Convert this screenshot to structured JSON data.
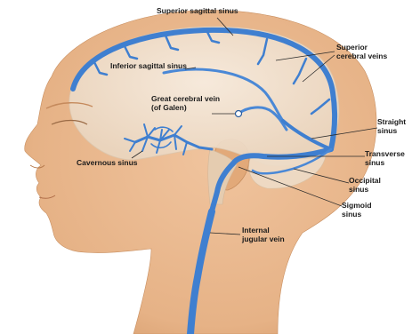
{
  "labels": {
    "superior_sagittal_sinus": "Superior sagittal sinus",
    "superior_cerebral_veins_1": "Superior",
    "superior_cerebral_veins_2": "cerebral veins",
    "inferior_sagittal_sinus": "Inferior sagittal sinus",
    "great_cerebral_vein_1": "Great cerebral vein",
    "great_cerebral_vein_2": "(of Galen)",
    "straight_sinus_1": "Straight",
    "straight_sinus_2": "sinus",
    "cavernous_sinus": "Cavernous sinus",
    "transverse_sinus_1": "Transverse",
    "transverse_sinus_2": "sinus",
    "occipital_sinus_1": "Occipital",
    "occipital_sinus_2": "sinus",
    "sigmoid_sinus_1": "Sigmoid",
    "sigmoid_sinus_2": "sinus",
    "internal_jugular_vein_1": "Internal",
    "internal_jugular_vein_2": "jugular vein"
  },
  "colors": {
    "skin": "#e9b88f",
    "skin_shadow": "#d69f72",
    "brain": "#f3e6d6",
    "vein": "#3f7fd0",
    "vein_light": "#6fa6e6",
    "leader": "#2a2a2a"
  }
}
